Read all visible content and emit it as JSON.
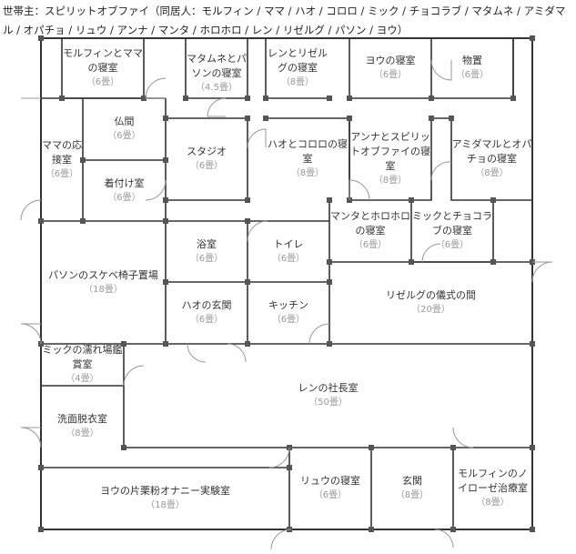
{
  "header": {
    "text": "世帯主：スピリットオブファイ（同居人：モルフィン / ママ / ハオ / コロロ / ミック / チョコラブ / マタムネ / アミダマル / オパチョ / リュウ / アンナ / マンタ / ホロホロ / レン / リゼルグ / パソン / ヨウ）"
  },
  "rooms": [
    {
      "name": "モルフィンとママの寝室",
      "size": "（6畳）"
    },
    {
      "name": "マタムネとパソンの寝室",
      "size": "（4.5畳）"
    },
    {
      "name": "レンとリゼルグの寝室",
      "size": "（8畳）"
    },
    {
      "name": "ヨウの寝室",
      "size": "（6畳）"
    },
    {
      "name": "物置",
      "size": "（6畳）"
    },
    {
      "name": "ママの応接室",
      "size": "（6畳）"
    },
    {
      "name": "仏間",
      "size": "（6畳）"
    },
    {
      "name": "着付け室",
      "size": "（6畳）"
    },
    {
      "name": "スタジオ",
      "size": "（6畳）"
    },
    {
      "name": "ハオとコロロの寝室",
      "size": "（8畳）"
    },
    {
      "name": "アンナとスピリットオブファイの寝室",
      "size": "（8畳）"
    },
    {
      "name": "アミダマルとオパチョの寝室",
      "size": "（8畳）"
    },
    {
      "name": "マンタとホロホロの寝室",
      "size": "（6畳）"
    },
    {
      "name": "ミックとチョコラブの寝室",
      "size": "（6畳）"
    },
    {
      "name": "パソンのスケベ椅子置場",
      "size": "（18畳）"
    },
    {
      "name": "浴室",
      "size": "（6畳）"
    },
    {
      "name": "トイレ",
      "size": "（6畳）"
    },
    {
      "name": "ハオの玄関",
      "size": "（6畳）"
    },
    {
      "name": "キッチン",
      "size": "（6畳）"
    },
    {
      "name": "リゼルグの儀式の間",
      "size": "（20畳）"
    },
    {
      "name": "ミックの濡れ場鑑賞室",
      "size": "（4畳）"
    },
    {
      "name": "洗面脱衣室",
      "size": "（8畳）"
    },
    {
      "name": "レンの社長室",
      "size": "（50畳）"
    },
    {
      "name": "ヨウの片栗粉オナニー実験室",
      "size": "（18畳）"
    },
    {
      "name": "リュウの寝室",
      "size": "（6畳）"
    },
    {
      "name": "玄関",
      "size": "（8畳）"
    },
    {
      "name": "モルフィンのノイローゼ治療室",
      "size": "（8畳）"
    }
  ]
}
